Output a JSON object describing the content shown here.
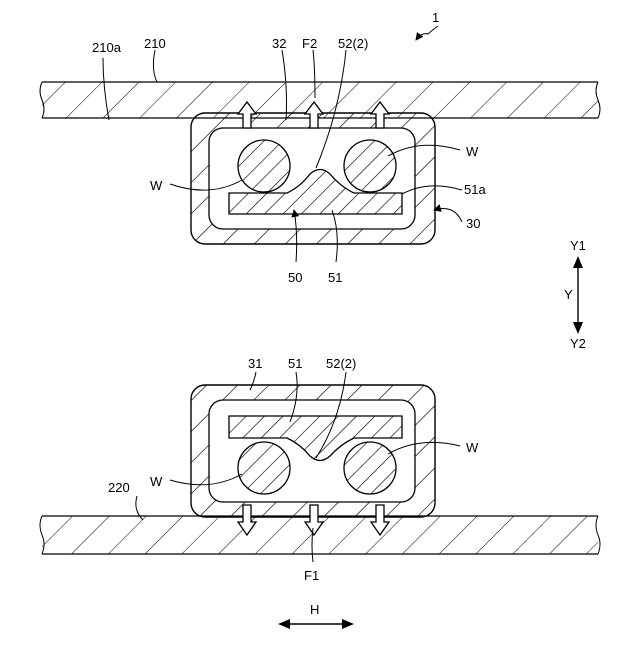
{
  "labels": {
    "fig_no": "1",
    "upper_plate": "210",
    "upper_plate_surface": "210a",
    "housing_top": "32",
    "force_top": "F2",
    "rib_top": "52(2)",
    "wire_top_right": "W",
    "wire_top_left": "W",
    "rib_edge": "51a",
    "housing_ref": "30",
    "assembly_ref": "50",
    "body_ref_top": "51",
    "y_dir_up": "Y1",
    "y_dir": "Y",
    "y_dir_down": "Y2",
    "housing_bottom": "31",
    "body_ref_bottom": "51",
    "rib_bottom": "52(2)",
    "wire_bottom_right": "W",
    "wire_bottom_left": "W",
    "lower_plate": "220",
    "force_bottom": "F1",
    "h_dir": "H"
  }
}
